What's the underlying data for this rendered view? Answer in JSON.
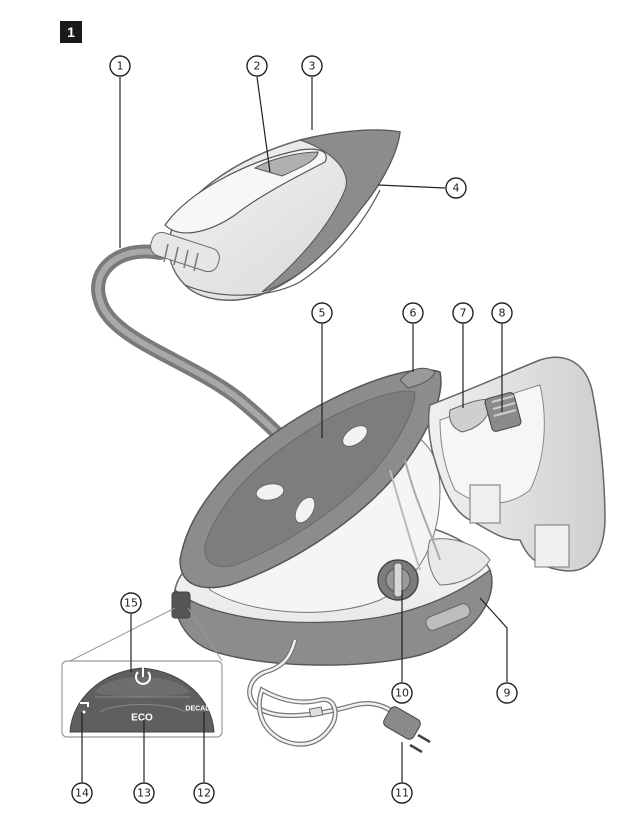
{
  "figure_number": "1",
  "control_panel": {
    "power_icon": "power-icon",
    "water_icon": "water-tap-icon",
    "eco_label": "ECO",
    "decalc_label": "DECALC"
  },
  "callouts": [
    "1",
    "2",
    "3",
    "4",
    "5",
    "6",
    "7",
    "8",
    "9",
    "10",
    "11",
    "12",
    "13",
    "14",
    "15"
  ],
  "colors": {
    "body_grey": "#8c8c8c",
    "dark_grey": "#6f6f6f",
    "light_grey": "#dcdcdc",
    "outline": "#555555",
    "panel": "#5f5f5f"
  }
}
